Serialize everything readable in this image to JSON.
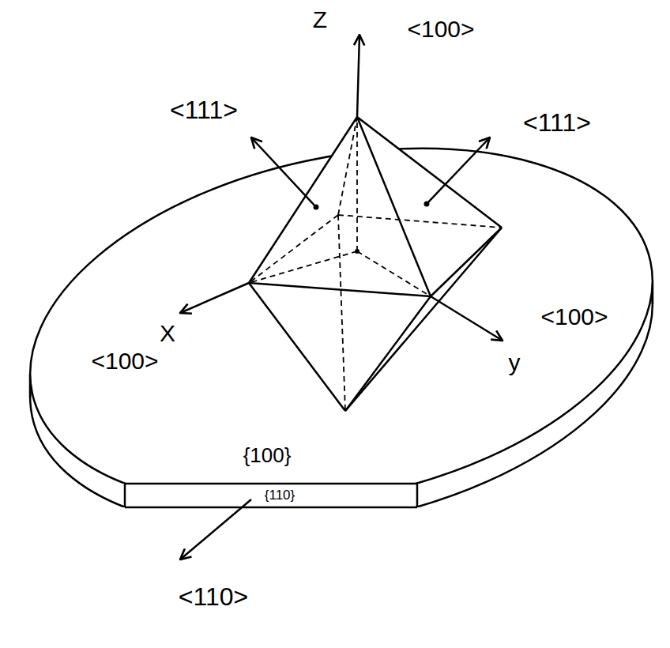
{
  "diagram": {
    "labels": [
      "Z",
      "<100>",
      "<111>",
      "<111>",
      "X",
      "<100>",
      "<100>",
      "y",
      "{100}",
      "{110}",
      "<110>"
    ]
  }
}
